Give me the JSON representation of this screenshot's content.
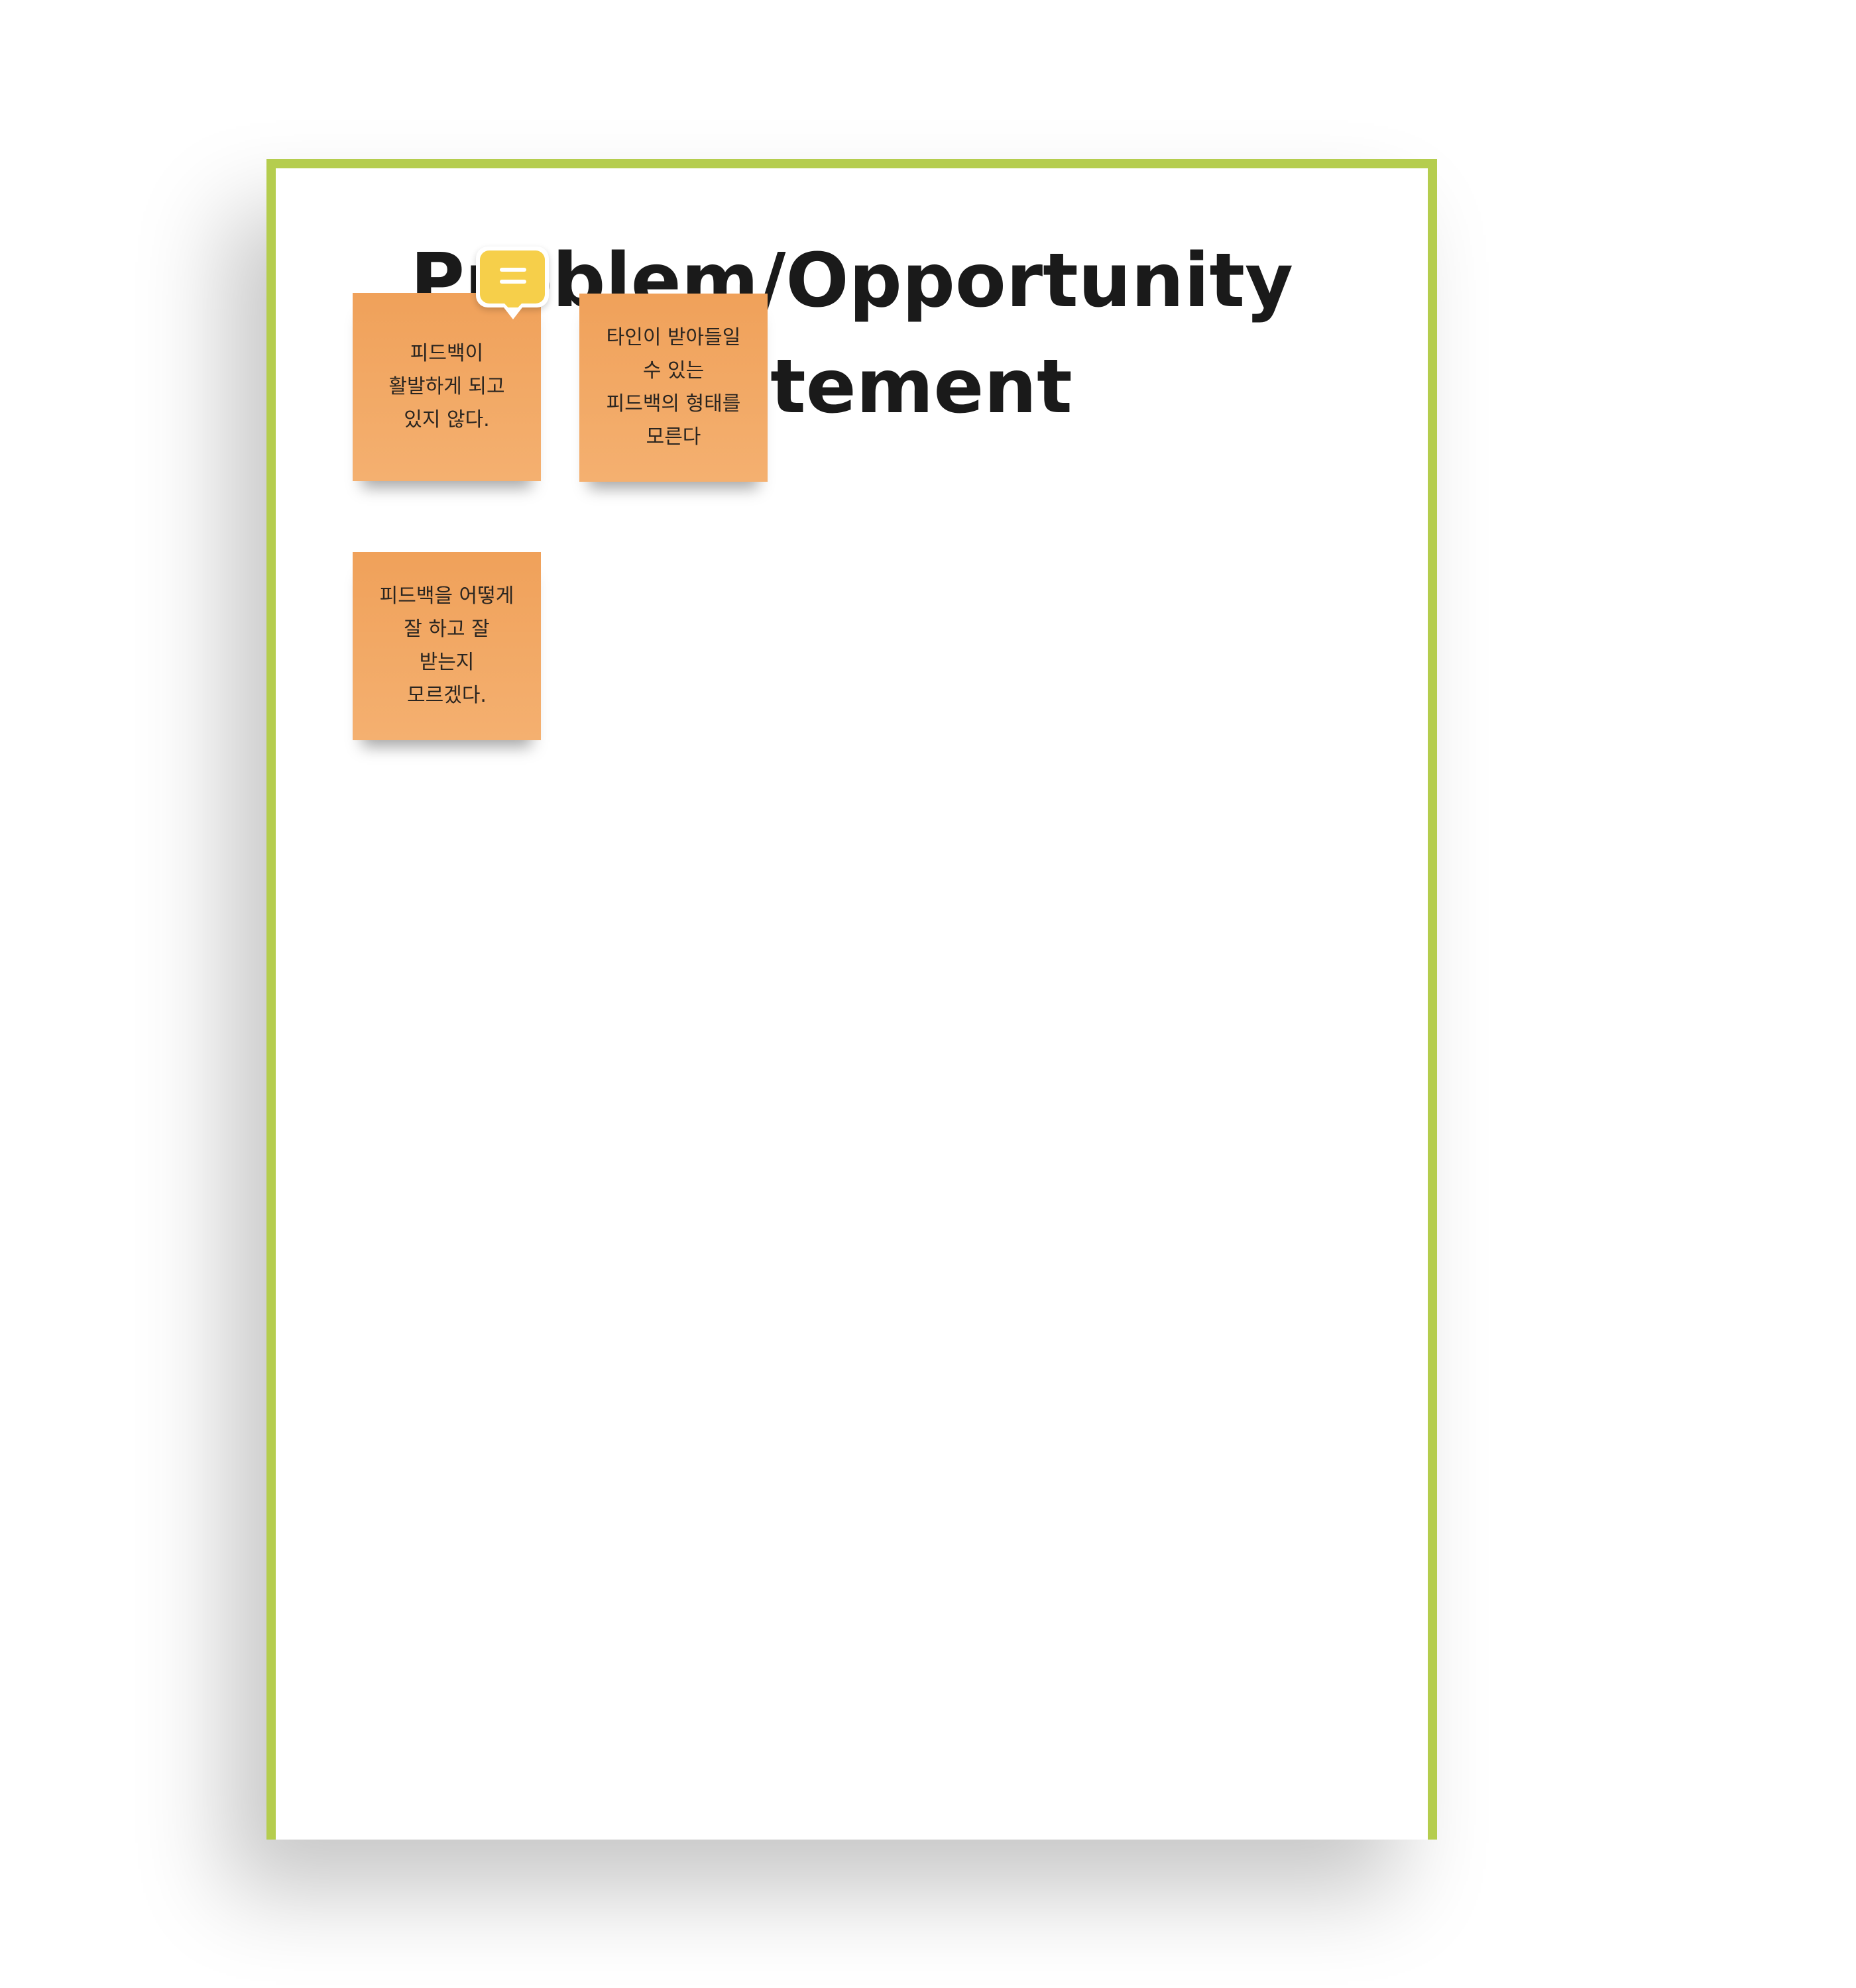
{
  "board": {
    "title": "Problem/Opportunity\nStatement",
    "frame_color": "#b5cd4e"
  },
  "stickies": [
    {
      "text": "피드백이\n활발하게 되고\n있지 않다.",
      "color": "#f2a763"
    },
    {
      "text": "타인이 받아들일\n수 있는\n피드백의 형태를\n모른다",
      "color": "#f2a763"
    },
    {
      "text": "피드백을 어떻게\n잘 하고 잘\n받는지\n모르겠다.",
      "color": "#f2a763"
    }
  ],
  "comment_badge": {
    "icon": "comment-icon",
    "color": "#f6cf4a"
  }
}
